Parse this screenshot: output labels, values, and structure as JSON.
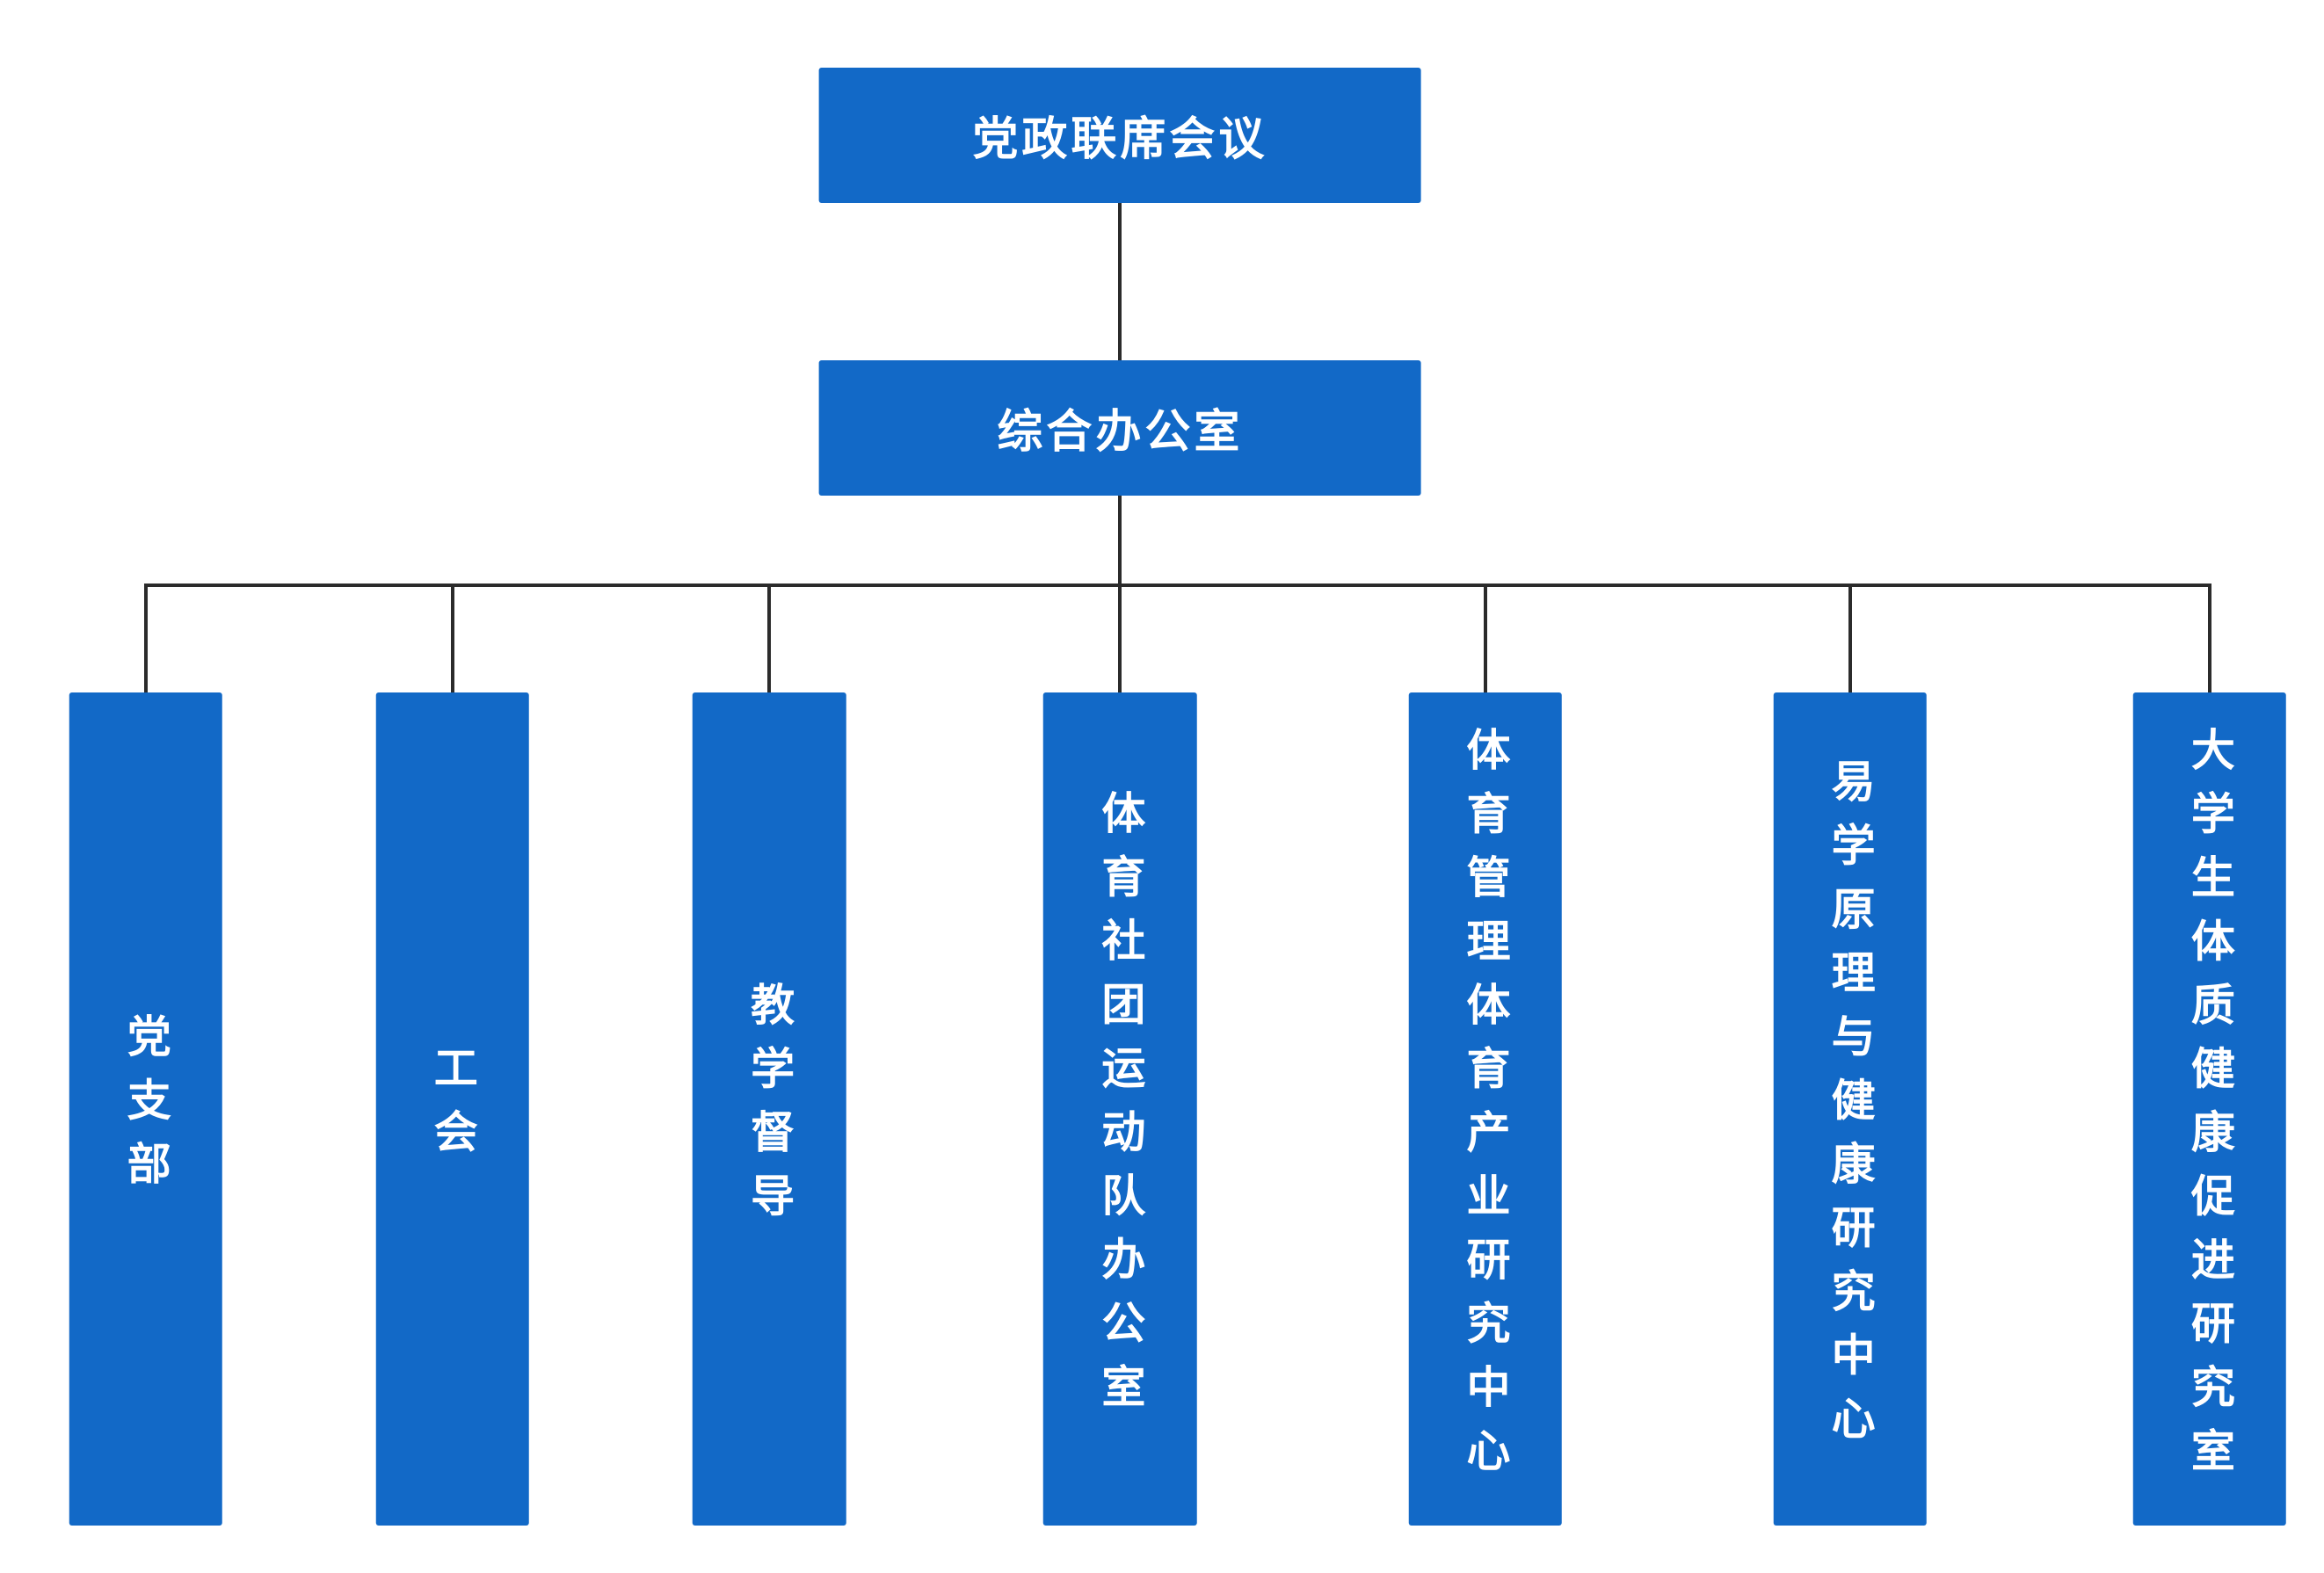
{
  "org_chart": {
    "root": "党政联席会议",
    "level2": "综合办公室",
    "departments": [
      "党支部",
      "工会",
      "教学督导",
      "体育社团运动队办公室",
      "体育管理体育产业研究中心",
      "易学原理与健康研究中心",
      "大学生体质健康促进研究室"
    ]
  },
  "colors": {
    "node_fill": "#1269C7",
    "node_text": "#FFFFFF",
    "connector": "#2B2B2B",
    "background": "#FFFFFF"
  }
}
